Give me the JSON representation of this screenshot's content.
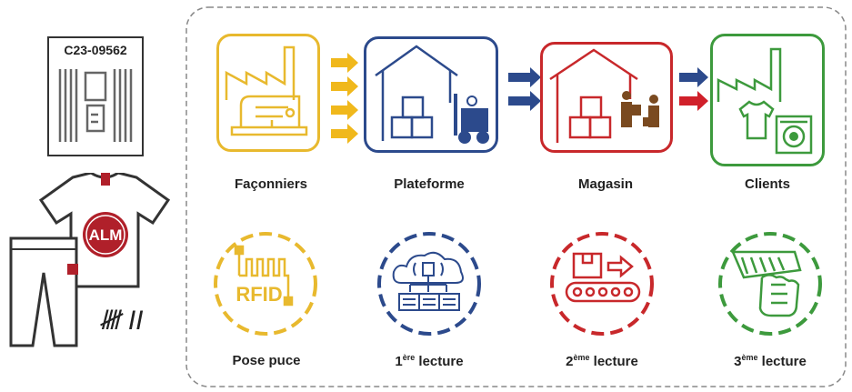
{
  "tag": {
    "code": "C23-09562"
  },
  "garment": {
    "logo_text": "ALM",
    "tally": "𝍸 II"
  },
  "stages": [
    {
      "id": "faconniers",
      "label": "Façonniers",
      "color": "#E8B92E",
      "icon": "factory-sewing-machine-icon"
    },
    {
      "id": "plateforme",
      "label": "Plateforme",
      "color": "#2C4A8C",
      "icon": "warehouse-forklift-icon"
    },
    {
      "id": "magasin",
      "label": "Magasin",
      "color": "#C8282B",
      "icon": "store-delivery-icon"
    },
    {
      "id": "clients",
      "label": "Clients",
      "color": "#3D9A3D",
      "icon": "laundry-client-icon"
    }
  ],
  "steps": [
    {
      "id": "pose-puce",
      "label": "Pose puce",
      "icon_text": "RFID",
      "color": "#E8B92E"
    },
    {
      "id": "lecture-1",
      "prefix": "1",
      "sup": "ère",
      "suffix": " lecture",
      "color": "#2C4A8C"
    },
    {
      "id": "lecture-2",
      "prefix": "2",
      "sup": "ème",
      "suffix": " lecture",
      "color": "#C8282B"
    },
    {
      "id": "lecture-3",
      "prefix": "3",
      "sup": "ème",
      "suffix": " lecture",
      "color": "#3D9A3D"
    }
  ]
}
